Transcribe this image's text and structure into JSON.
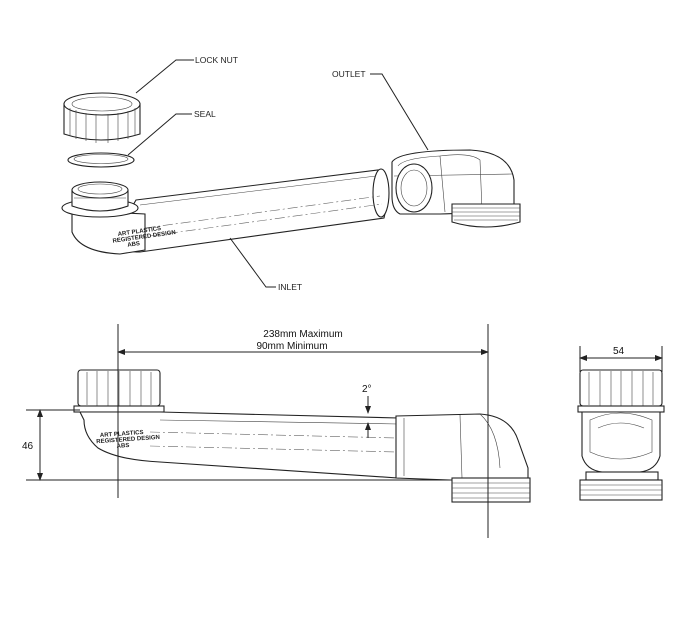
{
  "callouts": {
    "lock_nut": "LOCK NUT",
    "seal": "SEAL",
    "outlet": "OUTLET",
    "inlet": "INLET"
  },
  "branding": {
    "line1": "ART PLASTICS",
    "line2": "REGISTERED DESIGN",
    "line3": "ABS"
  },
  "dimensions": {
    "length_max": "238mm Maximum",
    "length_min": "90mm Minimum",
    "angle": "2°",
    "height": "46",
    "width": "54"
  }
}
